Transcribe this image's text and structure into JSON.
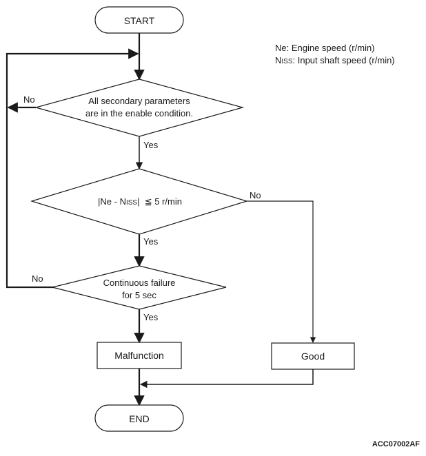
{
  "nodes": {
    "start": "START",
    "check_params": {
      "line1": "All secondary parameters",
      "line2": "are in the enable condition."
    },
    "speed_compare": {
      "pre": "|Ne - N",
      "sub": "ISS",
      "post": "|  ≦ 5 r/min"
    },
    "continuous_failure": {
      "line1": "Continuous failure",
      "line2": "for 5 sec"
    },
    "malfunction": "Malfunction",
    "good": "Good",
    "end": "END"
  },
  "edge_labels": {
    "params_no": "No",
    "params_yes": "Yes",
    "speed_no": "No",
    "speed_yes": "Yes",
    "failure_no": "No",
    "failure_yes": "Yes"
  },
  "legend": {
    "ne": "Ne: Engine speed (r/min)",
    "niss_pre": "N",
    "niss_sub": "ISS",
    "niss_post": ": Input shaft speed (r/min)"
  },
  "figure_code": "ACC07002AF"
}
